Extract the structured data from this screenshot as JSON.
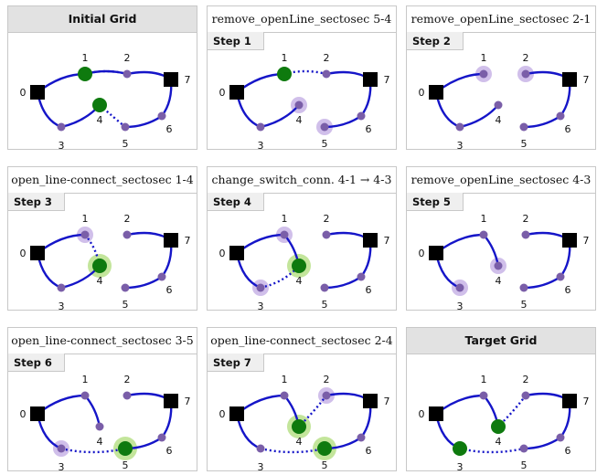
{
  "panels": [
    {
      "title": "Initial Grid",
      "step": "",
      "header_style": "grey",
      "solid": [
        [
          0,
          1
        ],
        [
          1,
          2
        ],
        [
          2,
          7
        ],
        [
          0,
          3
        ],
        [
          3,
          4
        ],
        [
          5,
          6
        ],
        [
          6,
          7
        ]
      ],
      "dotted": [
        [
          1,
          2
        ],
        [
          4,
          5
        ]
      ],
      "switches": {
        "1": "closed",
        "4": "closed"
      },
      "highlight": []
    },
    {
      "title": "remove_openLine_sectosec 5-4",
      "step": "Step 1",
      "header_style": "plain",
      "solid": [
        [
          0,
          1
        ],
        [
          2,
          7
        ],
        [
          0,
          3
        ],
        [
          3,
          4
        ],
        [
          5,
          6
        ],
        [
          6,
          7
        ]
      ],
      "dotted": [
        [
          1,
          2
        ]
      ],
      "switches": {
        "1": "closed"
      },
      "highlight": [
        4,
        5
      ]
    },
    {
      "title": "remove_openLine_sectosec 2-1",
      "step": "Step 2",
      "header_style": "plain",
      "solid": [
        [
          0,
          1
        ],
        [
          2,
          7
        ],
        [
          0,
          3
        ],
        [
          3,
          4
        ],
        [
          5,
          6
        ],
        [
          6,
          7
        ]
      ],
      "dotted": [],
      "switches": {},
      "highlight": [
        1,
        2
      ]
    },
    {
      "title": "open_line-connect_sectosec 1-4",
      "step": "Step 3",
      "header_style": "plain",
      "solid": [
        [
          0,
          1
        ],
        [
          2,
          7
        ],
        [
          0,
          3
        ],
        [
          3,
          4
        ],
        [
          5,
          6
        ],
        [
          6,
          7
        ]
      ],
      "dotted": [
        [
          1,
          4
        ]
      ],
      "switches": {
        "4": "closed"
      },
      "highlight": [
        1,
        4
      ]
    },
    {
      "title": "change_switch_conn. 4-1 → 4-3",
      "step": "Step 4",
      "header_style": "plain",
      "solid": [
        [
          0,
          1
        ],
        [
          1,
          4
        ],
        [
          2,
          7
        ],
        [
          0,
          3
        ],
        [
          5,
          6
        ],
        [
          6,
          7
        ]
      ],
      "dotted": [
        [
          3,
          4
        ]
      ],
      "switches": {
        "4": "closed"
      },
      "highlight": [
        1,
        3,
        4
      ]
    },
    {
      "title": "remove_openLine_sectosec 4-3",
      "step": "Step 5",
      "header_style": "plain",
      "solid": [
        [
          0,
          1
        ],
        [
          1,
          4
        ],
        [
          2,
          7
        ],
        [
          0,
          3
        ],
        [
          5,
          6
        ],
        [
          6,
          7
        ]
      ],
      "dotted": [],
      "switches": {},
      "highlight": [
        3,
        4
      ]
    },
    {
      "title": "open_line-connect_sectosec 3-5",
      "step": "Step 6",
      "header_style": "plain",
      "solid": [
        [
          0,
          1
        ],
        [
          1,
          4
        ],
        [
          2,
          7
        ],
        [
          0,
          3
        ],
        [
          5,
          6
        ],
        [
          6,
          7
        ]
      ],
      "dotted": [
        [
          3,
          5
        ]
      ],
      "switches": {
        "5": "closed"
      },
      "highlight": [
        3,
        5
      ]
    },
    {
      "title": "open_line-connect_sectosec 2-4",
      "step": "Step 7",
      "header_style": "plain",
      "solid": [
        [
          0,
          1
        ],
        [
          1,
          4
        ],
        [
          2,
          7
        ],
        [
          0,
          3
        ],
        [
          5,
          6
        ],
        [
          6,
          7
        ]
      ],
      "dotted": [
        [
          3,
          5
        ],
        [
          2,
          4
        ]
      ],
      "switches": {
        "4": "closed",
        "5": "closed"
      },
      "highlight": [
        2,
        4,
        5
      ]
    },
    {
      "title": "Target Grid",
      "step": "",
      "header_style": "grey",
      "solid": [
        [
          0,
          1
        ],
        [
          1,
          4
        ],
        [
          2,
          7
        ],
        [
          0,
          3
        ],
        [
          5,
          6
        ],
        [
          6,
          7
        ]
      ],
      "dotted": [
        [
          3,
          5
        ],
        [
          2,
          4
        ]
      ],
      "switches": {
        "4": "closed",
        "3": "closed"
      },
      "highlight": []
    }
  ],
  "node_labels": {
    "0": "0",
    "1": "1",
    "2": "2",
    "3": "3",
    "4": "4",
    "5": "5",
    "6": "6",
    "7": "7"
  },
  "substations": [
    0,
    7
  ],
  "colors": {
    "line": "#1515c8",
    "switch": "#0e7a0e",
    "node": "#7a5ea8",
    "highlight": "#c8b4e6",
    "highlight_green": "#b8e08a",
    "substation": "#000000"
  }
}
